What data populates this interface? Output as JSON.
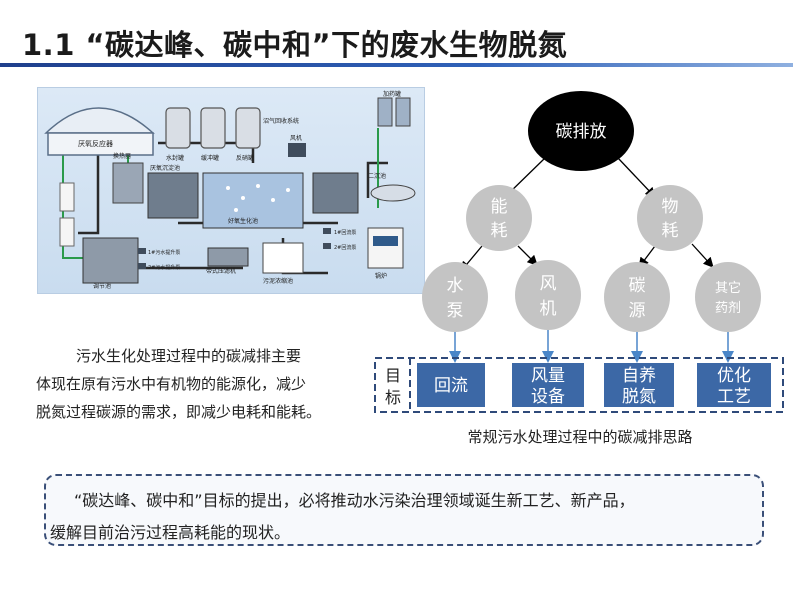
{
  "page": {
    "title": "1.1 “碳达峰、碳中和”下的废水生物脱氮"
  },
  "process_figure": {
    "labels": {
      "main_tank": "厌氧反应器",
      "settling": "厌氧沉淀池",
      "dosing_top": "加药罐",
      "acid": "水封罐",
      "degas": "缓冲罐",
      "reflux": "反硝罐",
      "biogas": "沼气回收系统",
      "fan": "风机",
      "aeration": "好氧生化池",
      "sec_settle": "二沉池",
      "heat": "换热器",
      "equalize": "调节池",
      "sludge": "污泥浓缩池",
      "dewater": "带式压滤机",
      "boiler": "锅炉",
      "pump1": "1#污水提升泵",
      "pump2": "2#污水提升泵",
      "pump3": "1#回流泵",
      "pump4": "2#回流泵"
    }
  },
  "description": {
    "line1": "污水生化处理过程中的碳减排主要",
    "line2": "体现在原有污水中有机物的能源化，减少",
    "line3": "脱氮过程碳源的需求，即减少电耗和能耗。"
  },
  "tree": {
    "root": "碳排放",
    "level1": [
      {
        "lines": [
          "能",
          "耗"
        ]
      },
      {
        "lines": [
          "物",
          "耗"
        ]
      }
    ],
    "level2": [
      {
        "lines": [
          "水",
          "泵"
        ]
      },
      {
        "lines": [
          "风",
          "机"
        ]
      },
      {
        "lines": [
          "碳",
          "源"
        ]
      },
      {
        "lines": [
          "其它",
          "药剂"
        ]
      }
    ],
    "goal_label": [
      "目",
      "标"
    ],
    "goals": [
      {
        "lines": [
          "回流"
        ]
      },
      {
        "lines": [
          "风量",
          "设备"
        ]
      },
      {
        "lines": [
          "自养",
          "脱氮"
        ]
      },
      {
        "lines": [
          "优化",
          "工艺"
        ]
      }
    ],
    "caption": "常规污水处理过程中的碳减排思路",
    "colors": {
      "root": "#000000",
      "node": "#c4c4c4",
      "goal": "#3c68a6",
      "arrow": "#4a86c8",
      "dash": "#2f4a7a"
    }
  },
  "note": {
    "line1": "“碳达峰、碳中和”目标的提出，必将推动水污染治理领域诞生新工艺、新产品，",
    "line2": "缓解目前治污过程高耗能的现状。"
  }
}
